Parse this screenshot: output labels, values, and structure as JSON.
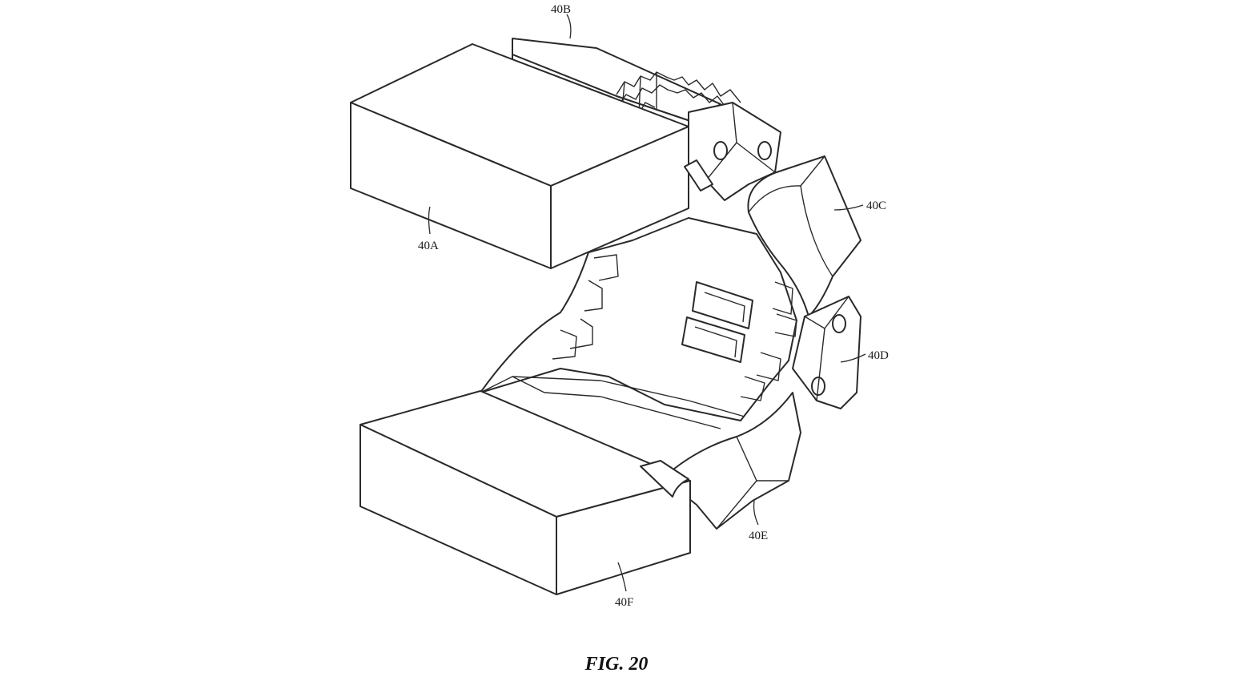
{
  "figure": {
    "caption": "FIG. 20",
    "labels": {
      "a": "40A",
      "b": "40B",
      "c": "40C",
      "d": "40D",
      "e": "40E",
      "f": "40F"
    }
  }
}
